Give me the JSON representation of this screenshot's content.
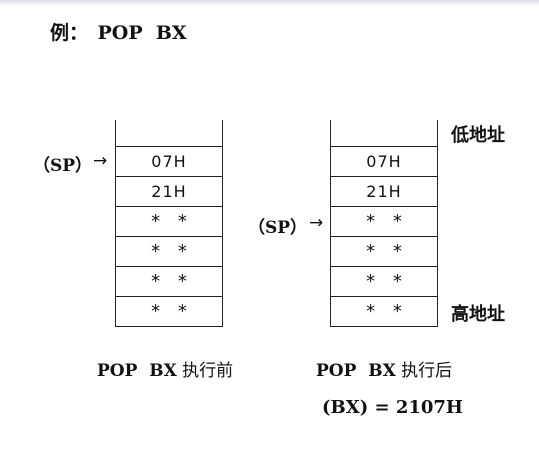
{
  "title": "例：　POP  BX",
  "before": {
    "sp_label": "（SP）",
    "arrow": "→",
    "cells": [
      "07H",
      "21H",
      "* *",
      "* *",
      "* *",
      "* *"
    ],
    "caption_prefix": "POP  BX",
    "caption_suffix": " 执行前"
  },
  "after": {
    "sp_label": "（SP）",
    "arrow": "→",
    "cells": [
      "07H",
      "21H",
      "* *",
      "* *",
      "* *",
      "* *"
    ],
    "caption_prefix": "POP  BX",
    "caption_suffix": " 执行后",
    "result": "(BX) = 2107H"
  },
  "address_labels": {
    "low": "低地址",
    "high": "高地址"
  }
}
